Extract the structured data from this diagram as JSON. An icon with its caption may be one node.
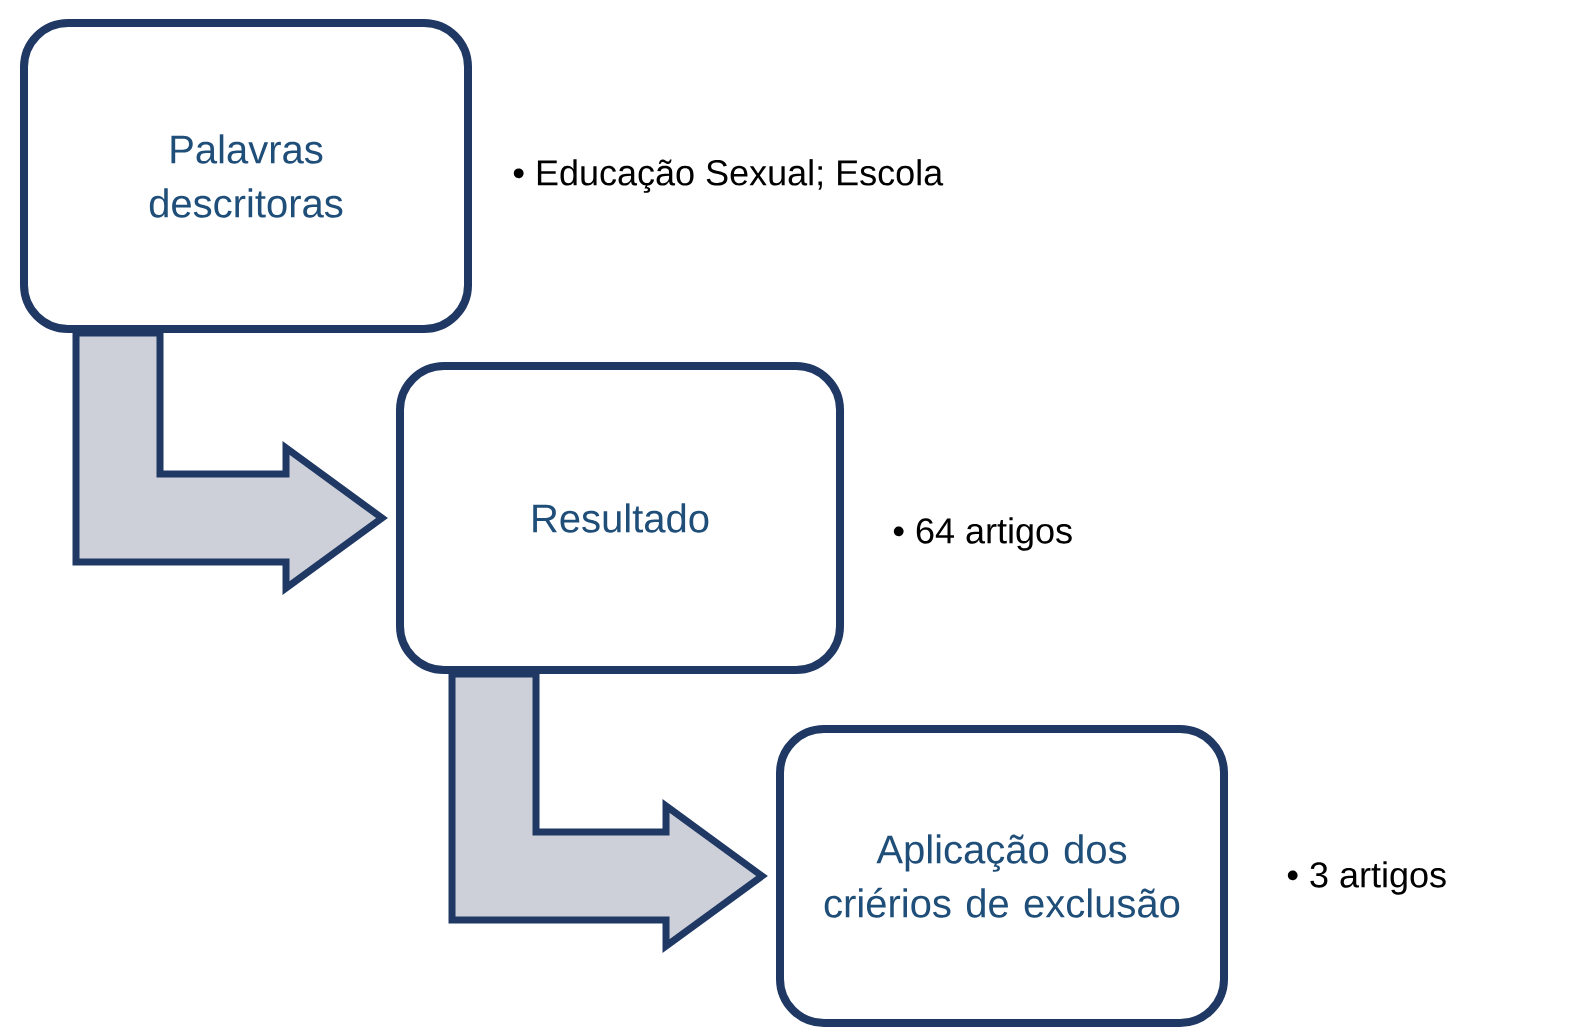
{
  "diagram": {
    "nodes": [
      {
        "text": [
          "Palavras descritoras"
        ],
        "beside": [
          "• Educação Sexual; Escola"
        ]
      },
      {
        "text": [
          "Resultado"
        ],
        "beside": [
          "• 64 artigos"
        ]
      },
      {
        "text": [
          "Aplicação dos criérios de exclusão"
        ],
        "beside": [
          "• 3 artigos"
        ]
      }
    ],
    "edges": [
      {
        "from": 0,
        "to": 1,
        "arrow": "to"
      },
      {
        "from": 1,
        "to": 2,
        "arrow": "to"
      }
    ]
  }
}
